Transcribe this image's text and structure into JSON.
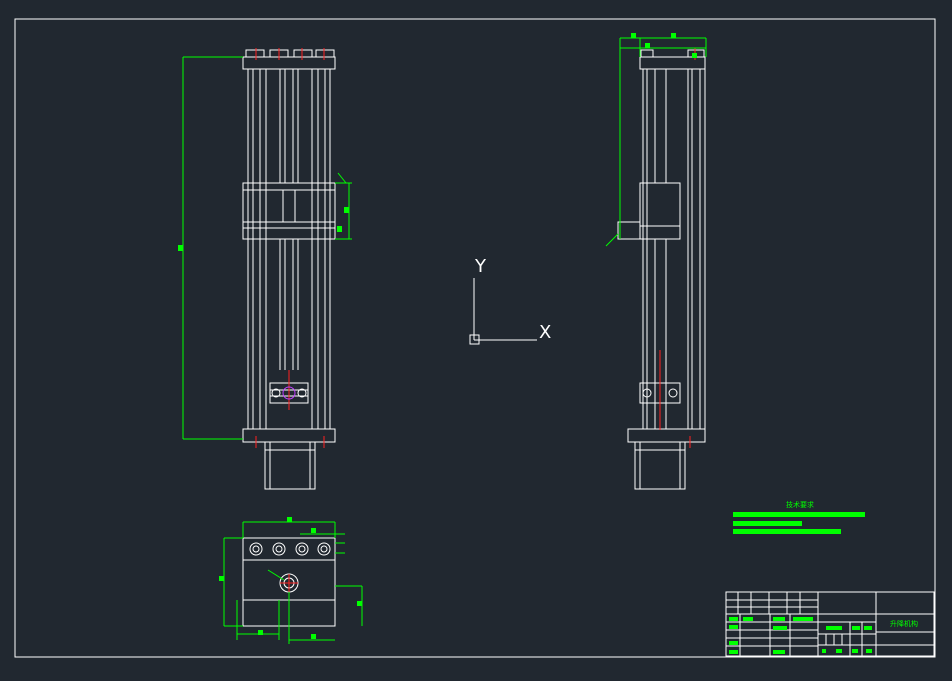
{
  "drawing": {
    "background": "#212830",
    "line_color": "#ffffff",
    "dim_color": "#00ff00",
    "center_color": "#ff2020",
    "axis_color": "#ffffff"
  },
  "ucs": {
    "x_label": "X",
    "y_label": "Y"
  },
  "notes": {
    "title": "技术要求",
    "lines": [
      "",
      "",
      ""
    ]
  },
  "title_block": {
    "drawing_name": "升降机构"
  }
}
